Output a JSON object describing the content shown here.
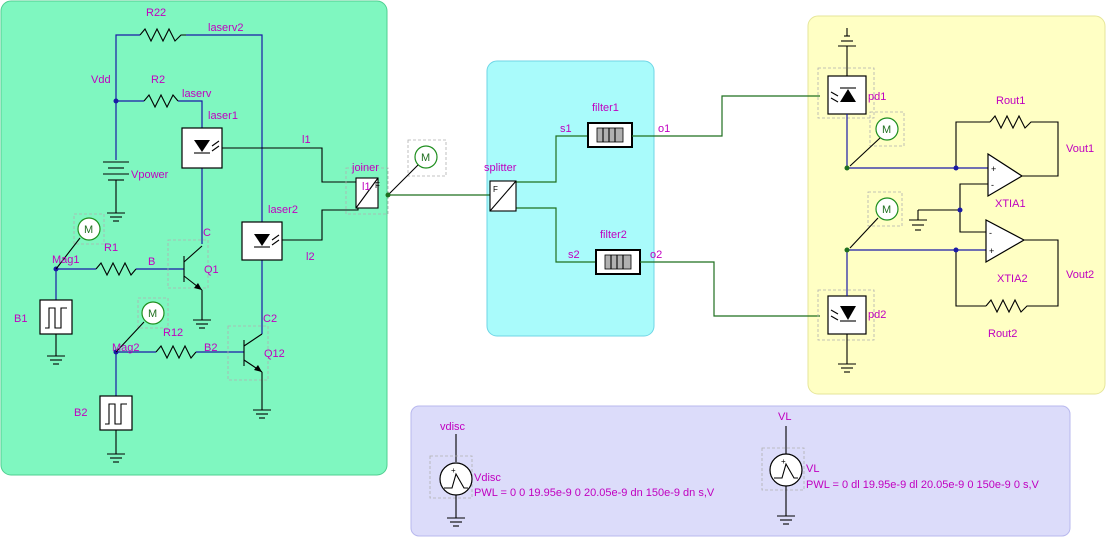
{
  "colors": {
    "transmitter_region": "#7ff7c0",
    "channel_region": "#a9fbfb",
    "receiver_region": "#ffffc4",
    "sources_region": "#dcdcfa",
    "label": "#c000c0",
    "optical_wire": "#1f6f1f",
    "electrical_wire": "#1a1aa6",
    "meter": "#1f8f1f"
  },
  "transmitter": {
    "R22": "R22",
    "laserv2": "laserv2",
    "Vdd": "Vdd",
    "R2": "R2",
    "laserv": "laserv",
    "laser1": "laser1",
    "Vpower": "Vpower",
    "l1": "l1",
    "joiner": "joiner",
    "laser2": "laser2",
    "l2": "l2",
    "R1": "R1",
    "Mag1": "Mag1",
    "B": "B",
    "C": "C",
    "Q1": "Q1",
    "B1": "B1",
    "R12": "R12",
    "Mag2": "Mag2",
    "B2_net": "B2",
    "C2": "C2",
    "Q12": "Q12",
    "B2": "B2",
    "port_l1": "l1",
    "port_F": "F"
  },
  "channel": {
    "splitter": "splitter",
    "filter1": "filter1",
    "s1": "s1",
    "o1": "o1",
    "filter2": "filter2",
    "s2": "s2",
    "o2": "o2",
    "port_F": "F"
  },
  "receiver": {
    "pd1": "pd1",
    "Rout1": "Rout1",
    "Vout1": "Vout1",
    "XTIA1": "XTIA1",
    "XTIA2": "XTIA2",
    "Vout2": "Vout2",
    "pd2": "pd2",
    "Rout2": "Rout2"
  },
  "meters": {
    "symbol": "M"
  },
  "sources": {
    "vdisc_net": "vdisc",
    "vdisc_name": "Vdisc",
    "vdisc_pwl": "PWL = 0 0 19.95e-9 0 20.05e-9 dn 150e-9 dn s,V",
    "vl_net": "VL",
    "vl_name": "VL",
    "vl_pwl": "PWL = 0 dl 19.95e-9 dl 20.05e-9 0 150e-9 0 s,V"
  }
}
